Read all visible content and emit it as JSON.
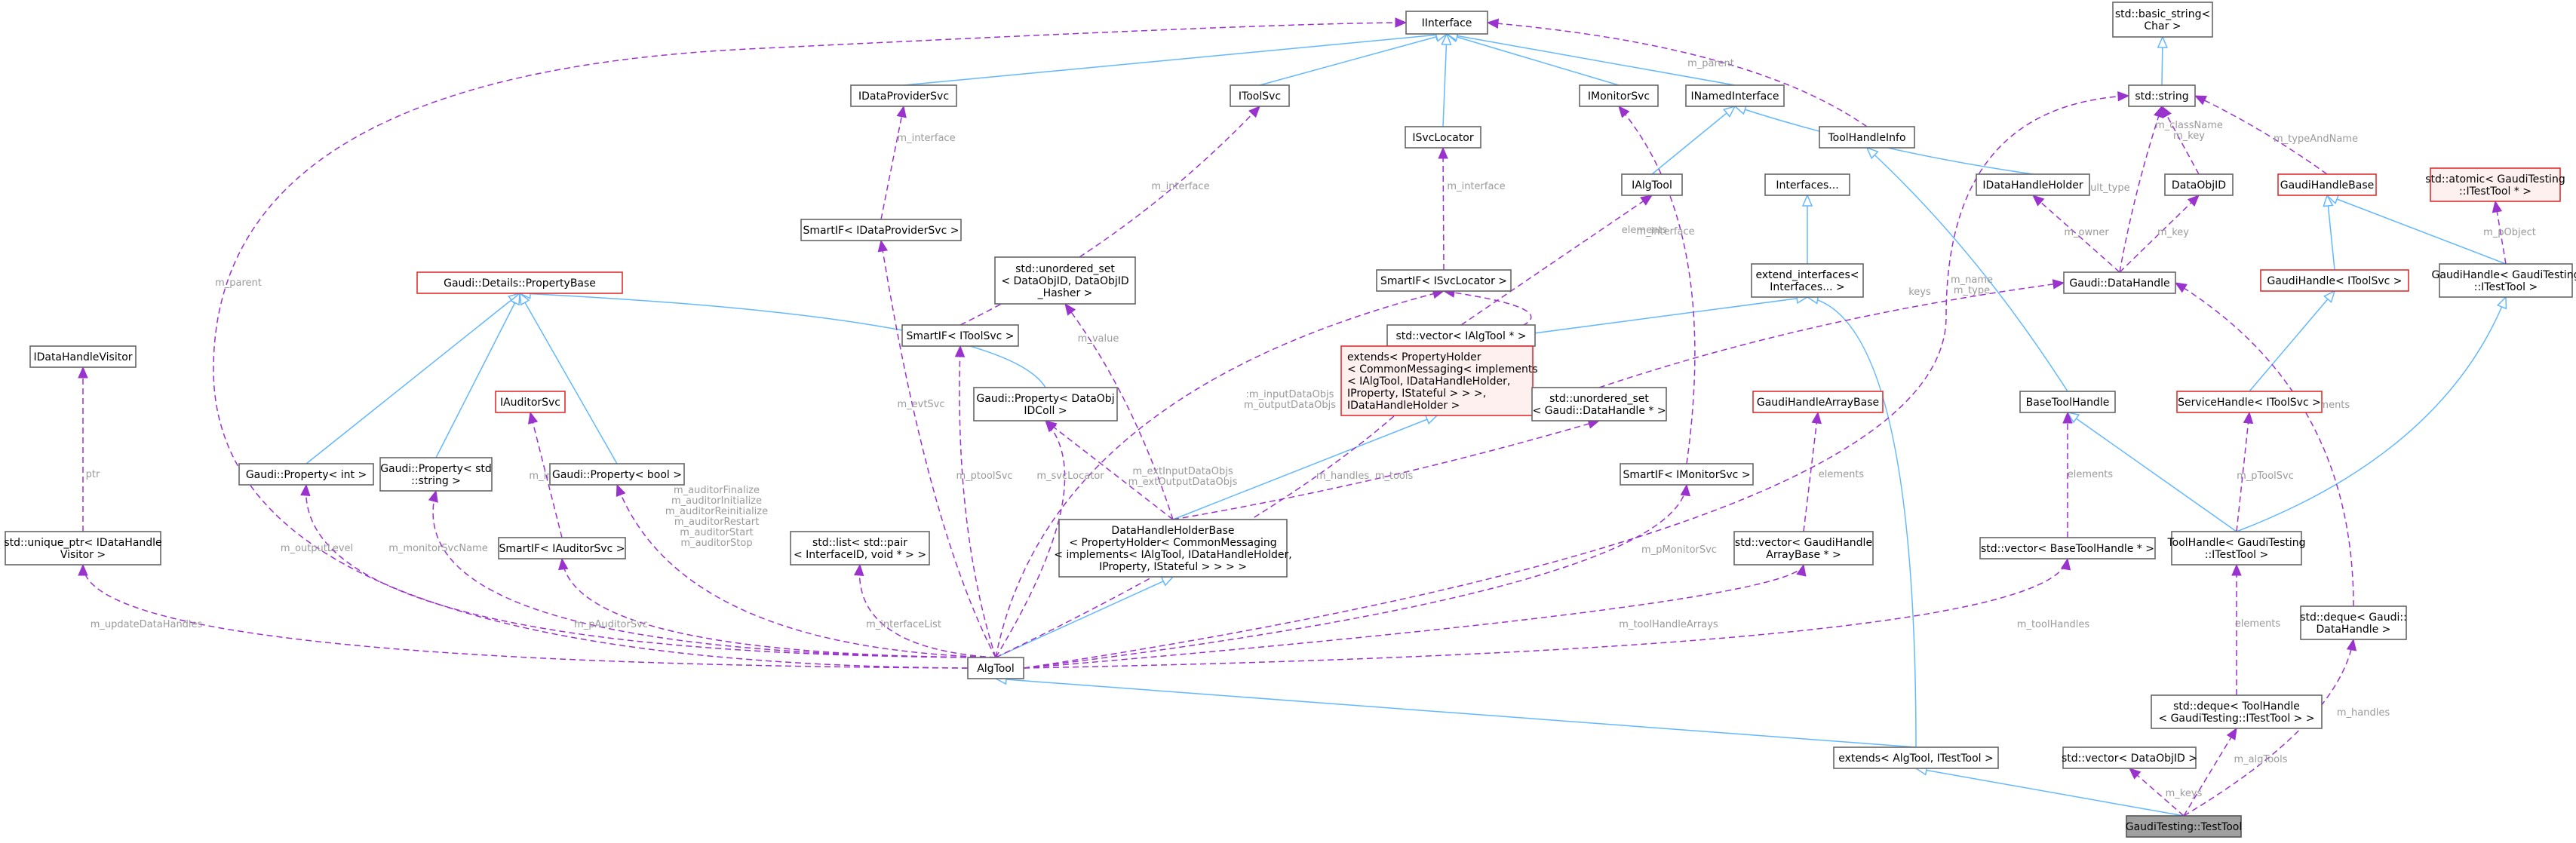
{
  "nodes": {
    "iinterface": "IInterface",
    "basic_string": [
      "std::basic_string<",
      "Char >"
    ],
    "idataproviderSvc": "IDataProviderSvc",
    "itoolsvc": "IToolSvc",
    "imonitorsvc": "IMonitorSvc",
    "inamedinterface": "INamedInterface",
    "tool_handle_info": "ToolHandleInfo",
    "std_string": "std::string",
    "isvclocator": "ISvcLocator",
    "ialgtool": "IAlgTool",
    "idatahandleholder": "IDataHandleHolder",
    "dataobjid": "DataObjID",
    "gaudihandlebase": "GaudiHandleBase",
    "atomic_itesttool": [
      "std::atomic< GaudiTesting",
      "::ITestTool * >"
    ],
    "interfaces_dots": "Interfaces...",
    "smartif_dataprovider": "SmartIF< IDataProviderSvc >",
    "unordered_set_dataobjid": [
      "std::unordered_set",
      "< DataObjID, DataObjID",
      "_Hasher >"
    ],
    "smartif_isvclocator": "SmartIF< ISvcLocator >",
    "extend_interfaces": [
      "extend_interfaces<",
      "Interfaces... >"
    ],
    "gaudi_datahandle": "Gaudi::DataHandle",
    "gaudihandle_toolsvc": "GaudiHandle< IToolSvc >",
    "gaudihandle_itesttool": [
      "GaudiHandle< GaudiTesting",
      "::ITestTool >"
    ],
    "propertybase": "Gaudi::Details::PropertyBase",
    "smartif_itoolsvc": "SmartIF< IToolSvc >",
    "vector_ialgtool": "std::vector< IAlgTool * >",
    "idatahandlevisitor": "IDataHandleVisitor",
    "iauditorsvc": "IAuditorSvc",
    "property_dataobjidcoll": [
      "Gaudi::Property< DataObj",
      "IDColl >"
    ],
    "extends_propertyholder": [
      "extends< PropertyHolder",
      "< CommonMessaging< implements",
      "< IAlgTool, IDataHandleHolder,",
      "IProperty, IStateful > > >,",
      "IDataHandleHolder >"
    ],
    "unordered_set_datahandle": [
      "std::unordered_set",
      "< Gaudi::DataHandle * >"
    ],
    "gaudihandlearraybase": "GaudiHandleArrayBase",
    "basetoolhandle": "BaseToolHandle",
    "servicehandle_itoolsvc": "ServiceHandle< IToolSvc >",
    "property_int": "Gaudi::Property< int >",
    "property_string": [
      "Gaudi::Property< std",
      "::string >"
    ],
    "property_bool": "Gaudi::Property< bool >",
    "smartif_imonitorsvc": "SmartIF< IMonitorSvc >",
    "unique_ptr_visitor": [
      "std::unique_ptr< IDataHandle",
      "Visitor >"
    ],
    "smartif_iauditorsvc": "SmartIF< IAuditorSvc >",
    "list_pair": [
      "std::list< std::pair",
      "< InterfaceID, void * > >"
    ],
    "datahandleholderbase": [
      "DataHandleHolderBase",
      "< PropertyHolder< CommonMessaging",
      "< implements< IAlgTool, IDataHandleHolder,",
      "IProperty, IStateful > > > >"
    ],
    "vector_gaudihandlearraybase": [
      "std::vector< GaudiHandle",
      "ArrayBase * >"
    ],
    "vector_basetoolhandle": "std::vector< BaseToolHandle * >",
    "toolhandle_itesttool": [
      "ToolHandle< GaudiTesting",
      "::ITestTool >"
    ],
    "deque_datahandle": [
      "std::deque< Gaudi::",
      "DataHandle >"
    ],
    "algtool": "AlgTool",
    "deque_toolhandle": [
      "std::deque< ToolHandle",
      "< GaudiTesting::ITestTool > >"
    ],
    "extends_algtool_itesttool": "extends< AlgTool, ITestTool >",
    "vector_dataobjid": "std::vector< DataObjID >",
    "gaudi_testing_testtool": "GaudiTesting::TestTool"
  },
  "edge_labels": {
    "m_parent_top": "m_parent",
    "m_parent_left": "m_parent",
    "m_interface_dp": "m_interface",
    "m_interface_ts": "m_interface",
    "m_interface_sl": "m_interface",
    "m_interface_ms": "m_interface",
    "m_interface_as": "m_interface",
    "classname_key": [
      "m_className",
      "m_key"
    ],
    "typeandname": "m_typeAndName",
    "default_type": "default_type",
    "m_owner": "m_owner",
    "m_key": "m_key",
    "m_pobject": "m_pObject",
    "elements_algtool": "elements",
    "elements_datahandle": "elements",
    "elements_gha": "elements",
    "elements_bth": "elements",
    "elements_th": "elements",
    "m_psvclocator": "m_pSvcLocator",
    "keys": "keys",
    "m_value": "m_value",
    "inputobjs": [
      ":m_inputDataObjs",
      "m_outputDataObjs"
    ],
    "ext_in_out": [
      "m_extInputDataObjs",
      "m_extOutputDataObjs"
    ],
    "m_handles_main": "m_handles",
    "m_tools": "m_tools",
    "m_handles_right": "m_handles",
    "name_type": [
      "m_name",
      "m_type"
    ],
    "m_evtsvc": "m_evtSvc",
    "m_ptoolsvc_left": "m_ptoolSvc",
    "m_ptoolsvc_right": "m_pToolSvc",
    "m_svclocator": "m_svcLocator",
    "m_pmonitorsvc": "m_pMonitorSvc",
    "ptr": "ptr",
    "m_outputlevel": "m_outputLevel",
    "m_monitorsvcname": "m_monitorSvcName",
    "auditor_flags": [
      "m_auditorFinalize",
      "m_auditorInitialize",
      "m_auditorReinitialize",
      "m_auditorRestart",
      "m_auditorStart",
      "m_auditorStop"
    ],
    "m_updatedatahandles": "m_updateDataHandles",
    "m_pauditorsvc": "m_pAuditorSvc",
    "m_interfacelist": "m_interfaceList",
    "m_toolhandlearrays": "m_toolHandleArrays",
    "m_toolhandles": "m_toolHandles",
    "m_algtools": "m_algTools",
    "m_keys": "m_keys"
  },
  "colors": {
    "inheritance_edge": "#63b8ff",
    "usage_edge": "#9a32cd",
    "edge_label": "#9a9a9a",
    "red_node_border": "#e03030",
    "current_node_fill": "#a0a0a0"
  }
}
